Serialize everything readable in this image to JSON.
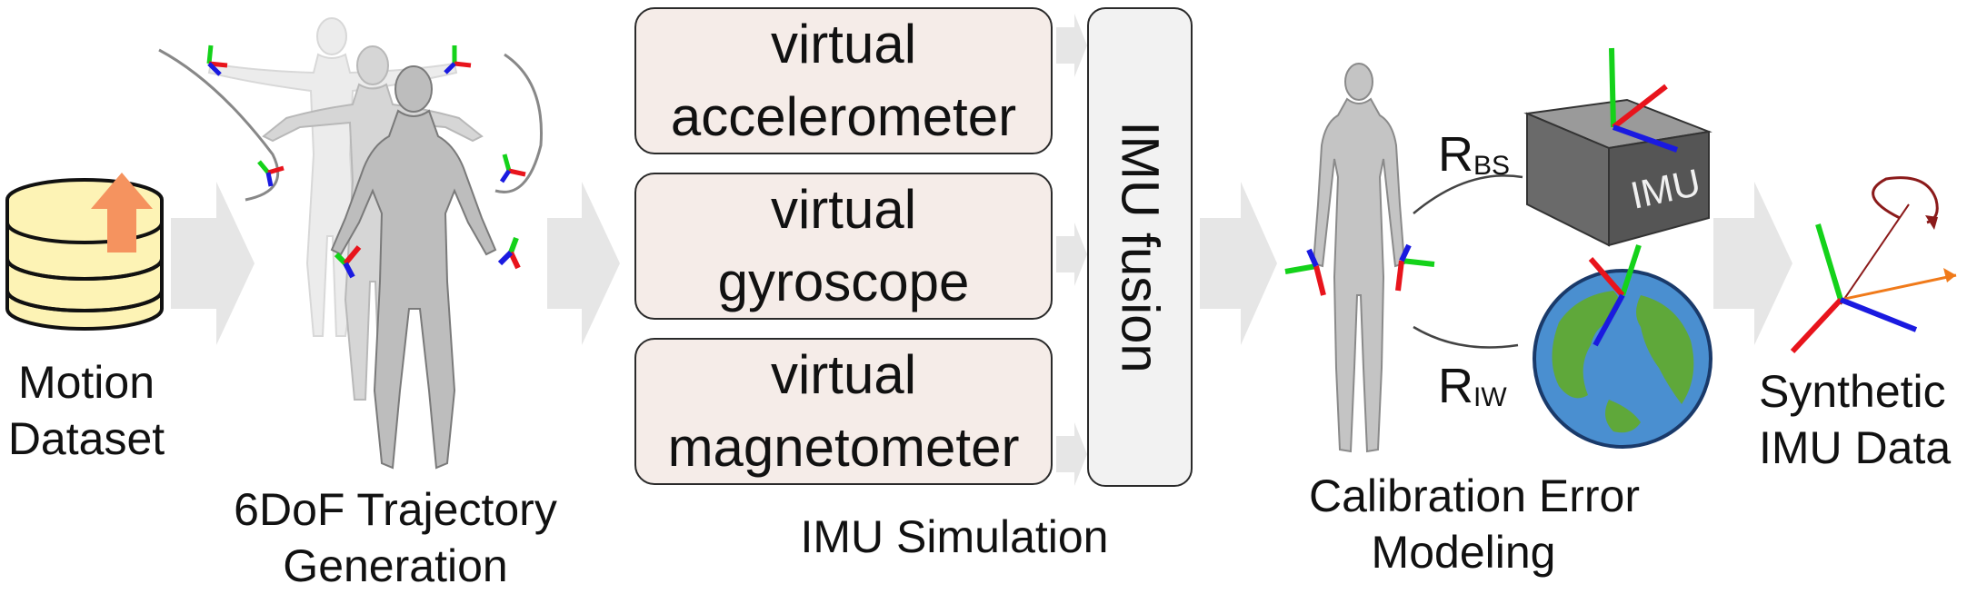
{
  "stages": {
    "motion_dataset": [
      "Motion",
      "Dataset"
    ],
    "trajectory": [
      "6DoF Trajectory",
      "Generation"
    ],
    "imu_simulation": "IMU Simulation",
    "calibration": [
      "Calibration Error",
      "Modeling"
    ],
    "synthetic": [
      "Synthetic",
      "IMU Data"
    ]
  },
  "sensors": [
    {
      "line1": "virtual",
      "line2": "accelerometer"
    },
    {
      "line1": "virtual",
      "line2": "gyroscope"
    },
    {
      "line1": "virtual",
      "line2": "magnetometer"
    }
  ],
  "fusion_label": "IMU fusion",
  "calib": {
    "r_bs": {
      "base": "R",
      "sub": "BS"
    },
    "r_iw": {
      "base": "R",
      "sub": "IW"
    },
    "imu_box_label": "IMU"
  },
  "colors": {
    "axis_x": "#e8141c",
    "axis_y": "#14d21a",
    "axis_z": "#1a1ae0",
    "arrow_gray": "#e6e6e6",
    "sensor_fill": "#f5ece8",
    "fusion_fill": "#f2f2f2",
    "db_fill": "#fdf3b5",
    "db_arrow": "#f5935f",
    "earth_ocean": "#4a8fd0",
    "earth_land": "#5fa83a",
    "rotation_arc": "#8b1a1a",
    "orange_vector": "#f07a1a"
  }
}
